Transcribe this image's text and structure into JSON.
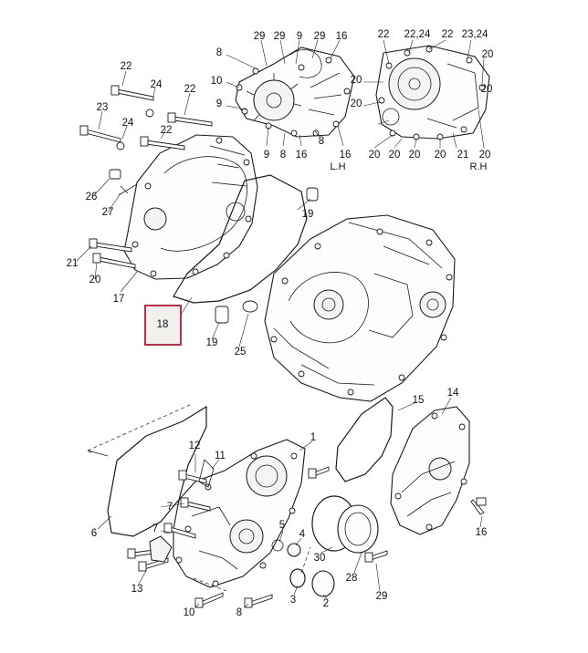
{
  "side_labels": {
    "left": "L.H",
    "right": "R.H"
  },
  "highlight": {
    "ref": "18",
    "color": "#b2324a"
  },
  "callouts": {
    "lh_29a": "29",
    "lh_9a": "9",
    "lh_29b": "29",
    "lh_16a": "16",
    "lh_8a": "8",
    "lh_10": "10",
    "lh_9b": "9",
    "lh_9c": "9",
    "lh_8b": "8",
    "lh_16b": "16",
    "lh_8c": "8",
    "lh_16c": "16",
    "rh_22a": "22",
    "rh_2224": "22,24",
    "rh_22b": "22",
    "rh_2324": "23,24",
    "rh_20a": "20",
    "rh_20b": "20",
    "rh_20c": "20",
    "rh_20d": "20",
    "rh_20e": "20",
    "rh_20f": "20",
    "rh_20g": "20",
    "rh_20h": "20",
    "rh_21": "21",
    "rh_20i": "20",
    "c22a": "22",
    "c24a": "24",
    "c22b": "22",
    "c23": "23",
    "c24b": "24",
    "c22c": "22",
    "c26": "26",
    "c27": "27",
    "c19a": "19",
    "c21": "21",
    "c20": "20",
    "c17": "17",
    "c18": "18",
    "c19b": "19",
    "c25": "25",
    "c15": "15",
    "c14": "14",
    "c1": "1",
    "c12": "12",
    "c11": "11",
    "c2": "2",
    "c6": "6",
    "c7a": "7",
    "c7b": "7",
    "c5": "5",
    "c4": "4",
    "c30": "30",
    "c3": "3",
    "c28": "28",
    "c16": "16",
    "c29": "29",
    "c13": "13",
    "c10": "10",
    "c8": "8"
  }
}
